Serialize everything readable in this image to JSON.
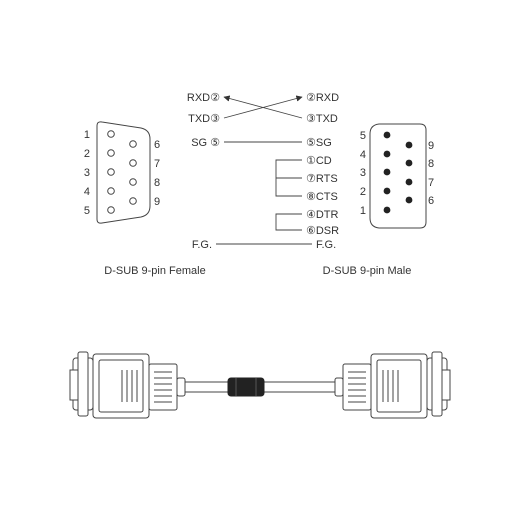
{
  "female": {
    "caption": "D-SUB 9-pin Female",
    "top_row_labels": [
      "1",
      "2",
      "3",
      "4",
      "5"
    ],
    "bottom_row_labels": [
      "6",
      "7",
      "8",
      "9"
    ]
  },
  "male": {
    "caption": "D-SUB 9-pin Male",
    "top_row_labels": [
      "5",
      "4",
      "3",
      "2",
      "1"
    ],
    "bottom_row_labels": [
      "9",
      "8",
      "7",
      "6"
    ]
  },
  "wiring": {
    "left": {
      "rxd": "RXD②",
      "txd": "TXD③",
      "sg": "SG ⑤",
      "fg": "F.G."
    },
    "right": {
      "rxd": "②RXD",
      "txd": "③TXD",
      "sg": "⑤SG",
      "cd": "①CD",
      "rts": "⑦RTS",
      "cts": "⑧CTS",
      "dtr": "④DTR",
      "dsr": "⑥DSR",
      "fg": "F.G."
    }
  },
  "colors": {
    "line": "#444444",
    "text": "#333333",
    "ferrite": "#222222"
  }
}
